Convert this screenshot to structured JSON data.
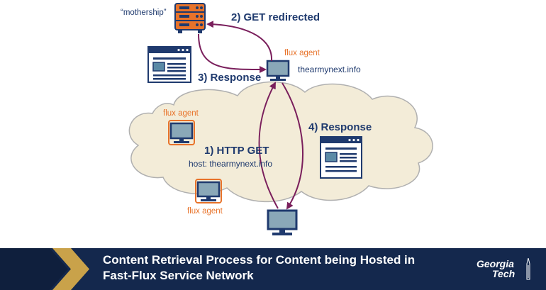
{
  "labels": {
    "mothership": "“mothership”",
    "step2": "2) GET redirected",
    "flux_agent_top": "flux agent",
    "domain": "thearmynext.info",
    "step3": "3) Response",
    "flux_agent_left": "flux agent",
    "step4": "4) Response",
    "step1": "1) HTTP GET",
    "host": "host: thearmynext.info",
    "flux_agent_bottom": "flux agent"
  },
  "footer": {
    "title_line1": "Content Retrieval Process for Content being Hosted in",
    "title_line2": "Fast-Flux Service Network"
  },
  "logo": {
    "line1": "Georgia",
    "line2": "Tech"
  },
  "colors": {
    "arrow": "#7a1f5c",
    "orange": "#e8732a",
    "navy": "#1f3a6e",
    "cloud_fill": "#f3ecd8",
    "footer_bg": "#14284d"
  }
}
